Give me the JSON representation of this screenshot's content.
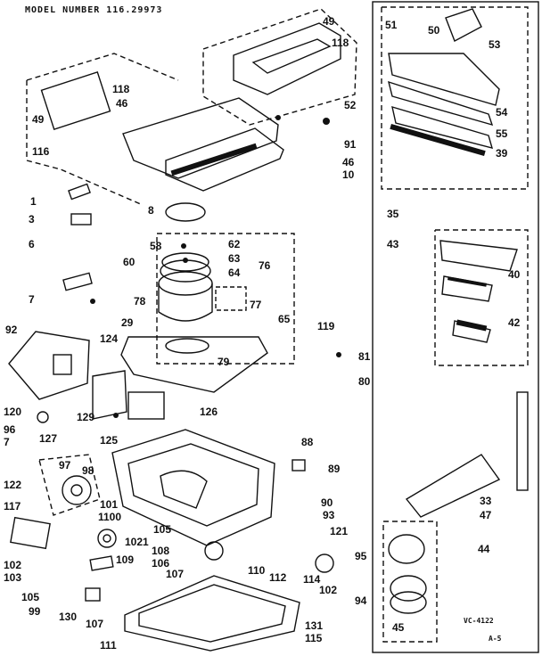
{
  "header": {
    "model_line": "MODEL NUMBER 116.29973"
  },
  "footer": {
    "drawing_code": "VC-4122",
    "page_ref": "A-5"
  },
  "callouts": [
    "49",
    "118",
    "50",
    "51",
    "53",
    "52",
    "118",
    "46",
    "49",
    "116",
    "91",
    "46",
    "10",
    "54",
    "55",
    "39",
    "35",
    "1",
    "3",
    "8",
    "58",
    "62",
    "63",
    "64",
    "60",
    "6",
    "76",
    "7",
    "77",
    "78",
    "65",
    "29",
    "43",
    "40",
    "42",
    "92",
    "124",
    "119",
    "81",
    "80",
    "79",
    "126",
    "120",
    "129",
    "127",
    "125",
    "96",
    "7",
    "97",
    "98",
    "88",
    "89",
    "122",
    "101",
    "1100",
    "105",
    "1021",
    "90",
    "93",
    "121",
    "95",
    "117",
    "108",
    "109",
    "106",
    "107",
    "102",
    "103",
    "110",
    "112",
    "114",
    "102",
    "94",
    "105",
    "99",
    "130",
    "107",
    "131",
    "115",
    "111",
    "33",
    "47",
    "44",
    "45"
  ]
}
